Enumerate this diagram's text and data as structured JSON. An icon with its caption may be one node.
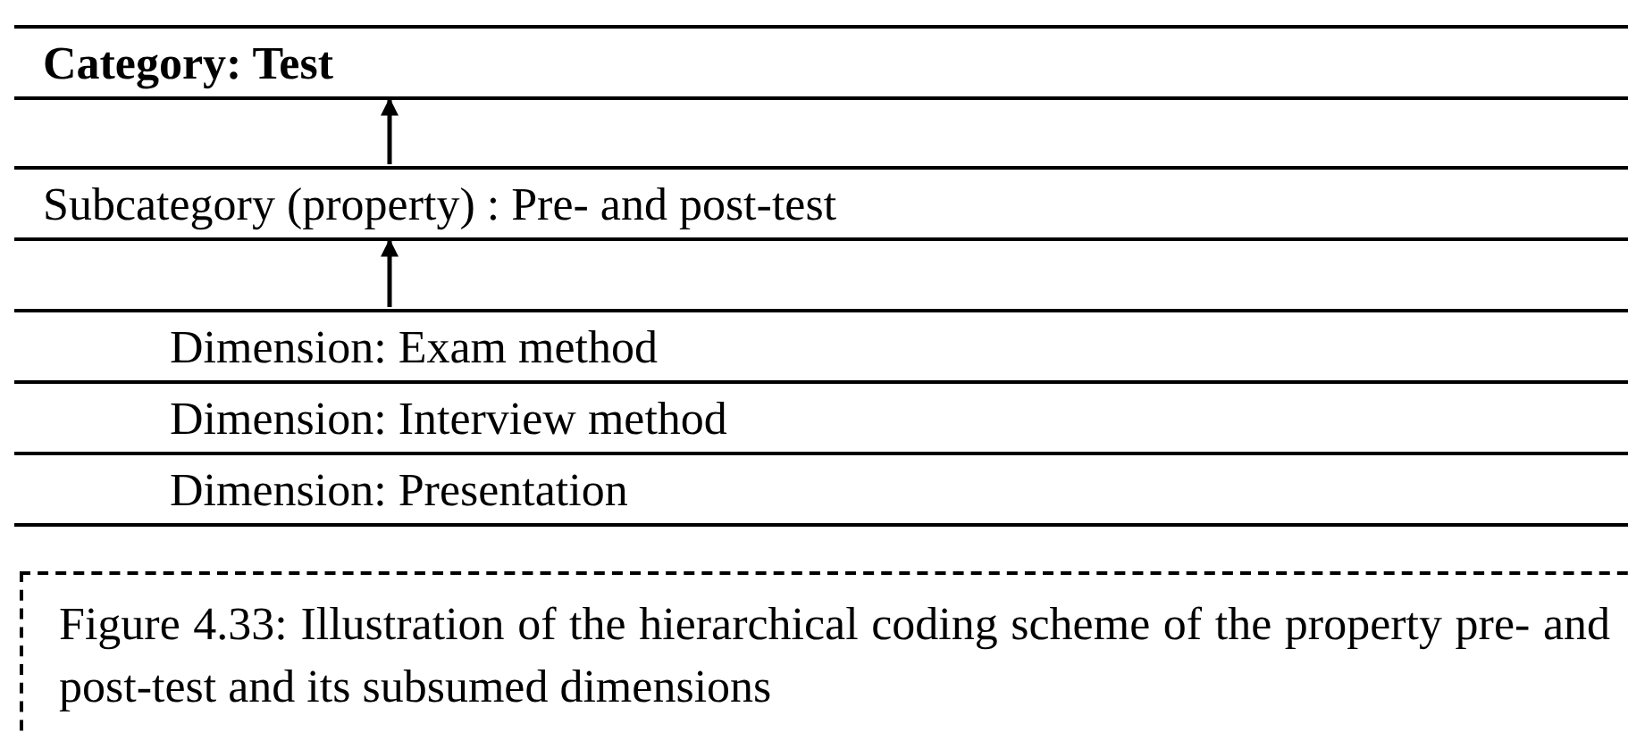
{
  "diagram": {
    "caption": "Figure 4.33: Illustration of the hierarchical coding scheme of the property pre- and post-test and its subsumed dimensions",
    "nodes": [
      {
        "text": [
          "Category: Test"
        ]
      },
      {
        "text": [
          "Subcategory (property) : Pre- and post-test"
        ]
      },
      {
        "text": [
          "Dimension: Exam method"
        ]
      },
      {
        "text": [
          "Dimension: Interview method"
        ]
      },
      {
        "text": [
          "Dimension: Presentation"
        ]
      }
    ],
    "edges": [
      {
        "from": 1,
        "to": 0,
        "arrow": "to"
      },
      {
        "from": 2,
        "to": 1,
        "arrow": "to"
      }
    ]
  }
}
